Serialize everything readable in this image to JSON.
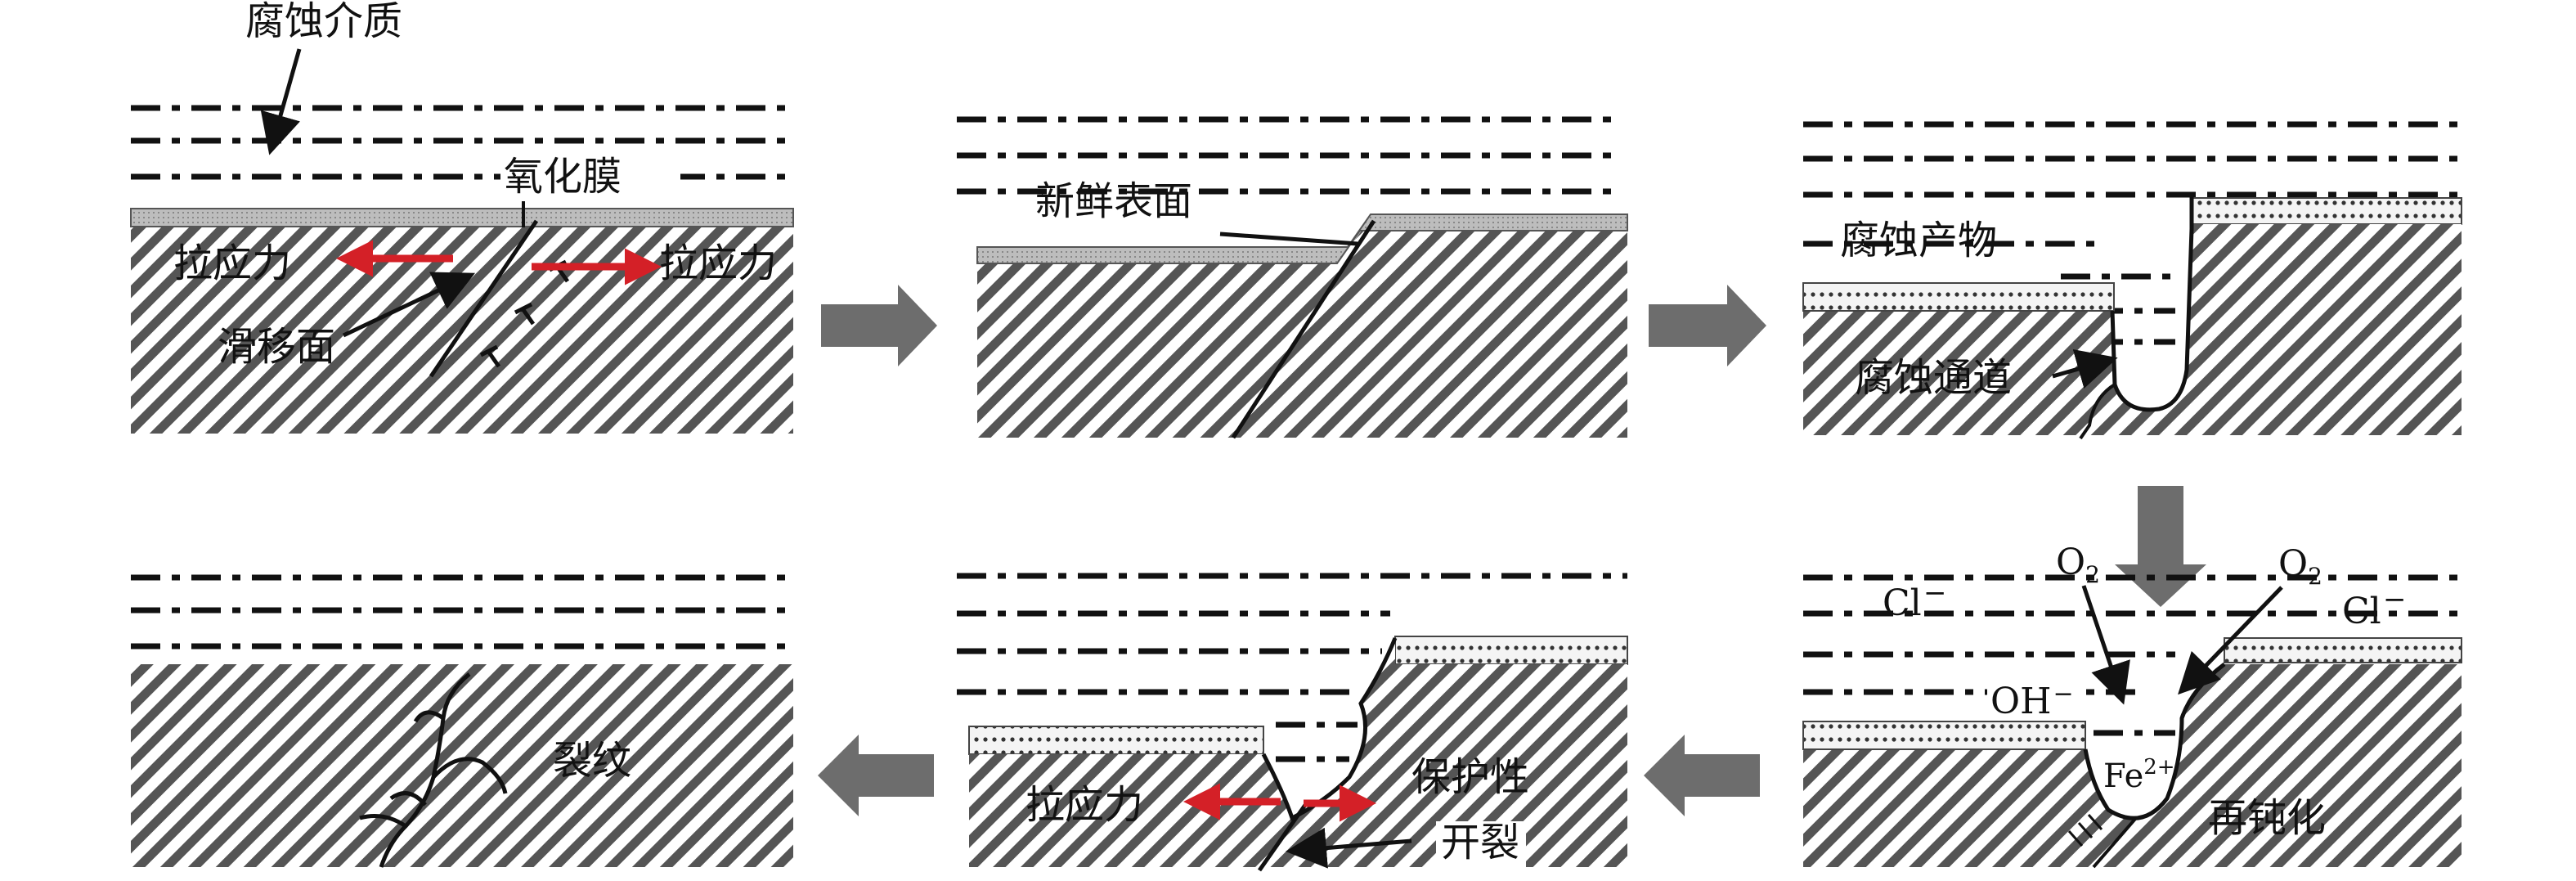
{
  "labels": {
    "corrosive_medium": "腐蚀介质",
    "oxide_film": "氧化膜",
    "tensile_stress": "拉应力",
    "slip_plane": "滑移面",
    "fresh_surface": "新鲜表面",
    "corrosion_product": "腐蚀产物",
    "corrosion_channel": "腐蚀通道",
    "chloride": "Cl",
    "charge_minus": "−",
    "oxygen": "O",
    "oxygen_subscript": "2",
    "hydroxide": "OH",
    "iron_ion": "Fe",
    "iron_charge": "2+",
    "repassivation": "再钝化",
    "protective_1": "保护性",
    "protective_2": "开裂",
    "crack": "裂纹"
  },
  "colors": {
    "stress_arrow": "#d42027",
    "process_arrow": "#6d6d6d",
    "metal_hatch": "#555555",
    "ink": "#111111"
  },
  "icons": [
    "right-process-arrow",
    "down-process-arrow",
    "left-process-arrow"
  ]
}
